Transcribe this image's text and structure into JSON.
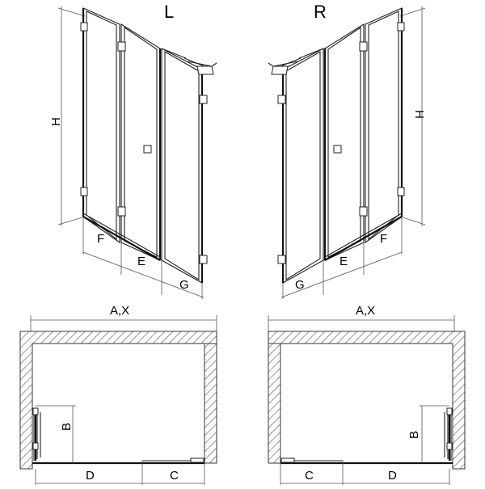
{
  "views": {
    "left_label": "L",
    "right_label": "R"
  },
  "dimensions": {
    "height": "H",
    "width": "A,X",
    "panel_f": "F",
    "panel_e": "E",
    "panel_g": "G",
    "depth": "B",
    "span_c": "C",
    "span_d": "D"
  },
  "colors": {
    "line": "#222222",
    "hatch": "#555555",
    "background": "#ffffff"
  }
}
